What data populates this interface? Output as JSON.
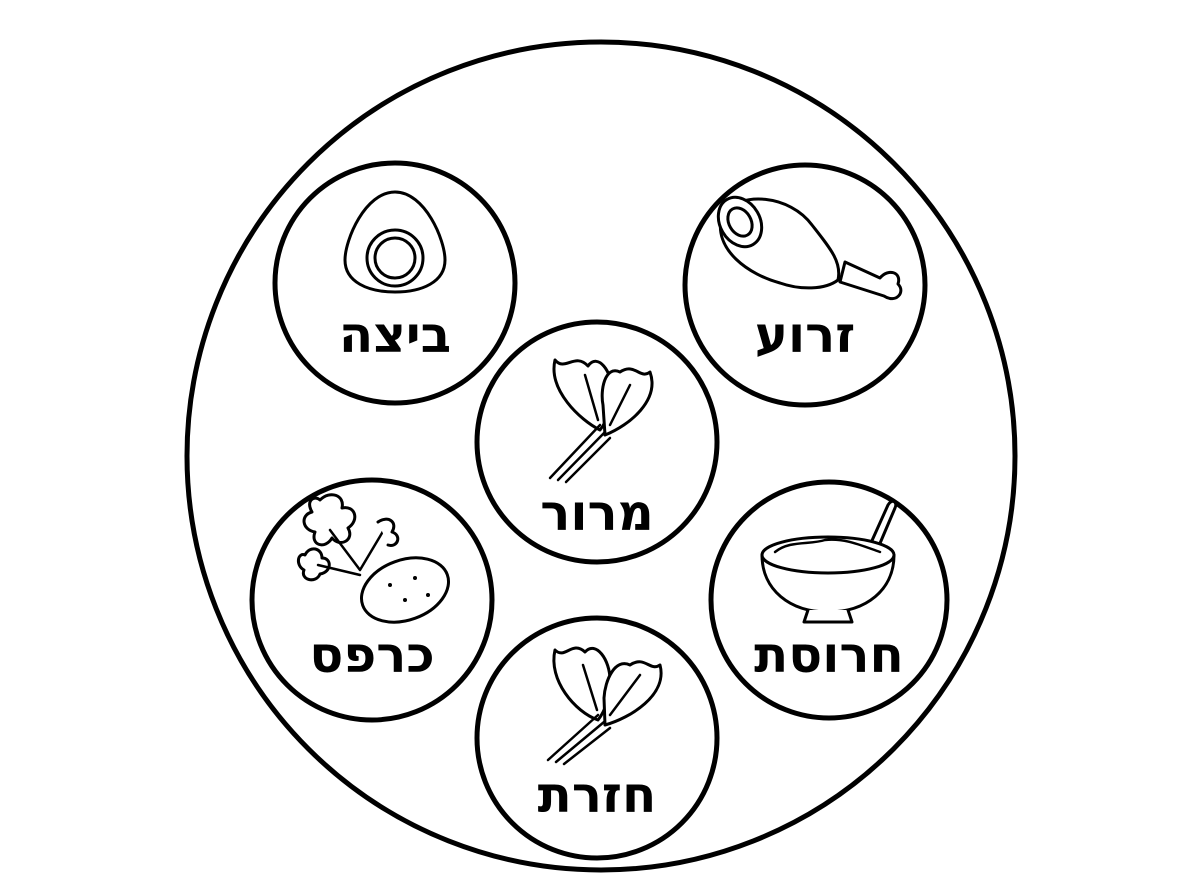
{
  "plate": {
    "items": [
      {
        "label": "ביצה",
        "icon": "egg-icon"
      },
      {
        "label": "זרוע",
        "icon": "shank-bone-icon"
      },
      {
        "label": "מרור",
        "icon": "bitter-herb-icon"
      },
      {
        "label": "כרפס",
        "icon": "parsley-potato-icon"
      },
      {
        "label": "חרוסת",
        "icon": "charoset-bowl-icon"
      },
      {
        "label": "חזרת",
        "icon": "lettuce-icon"
      }
    ],
    "line_color": "#000000",
    "background": "#ffffff"
  }
}
